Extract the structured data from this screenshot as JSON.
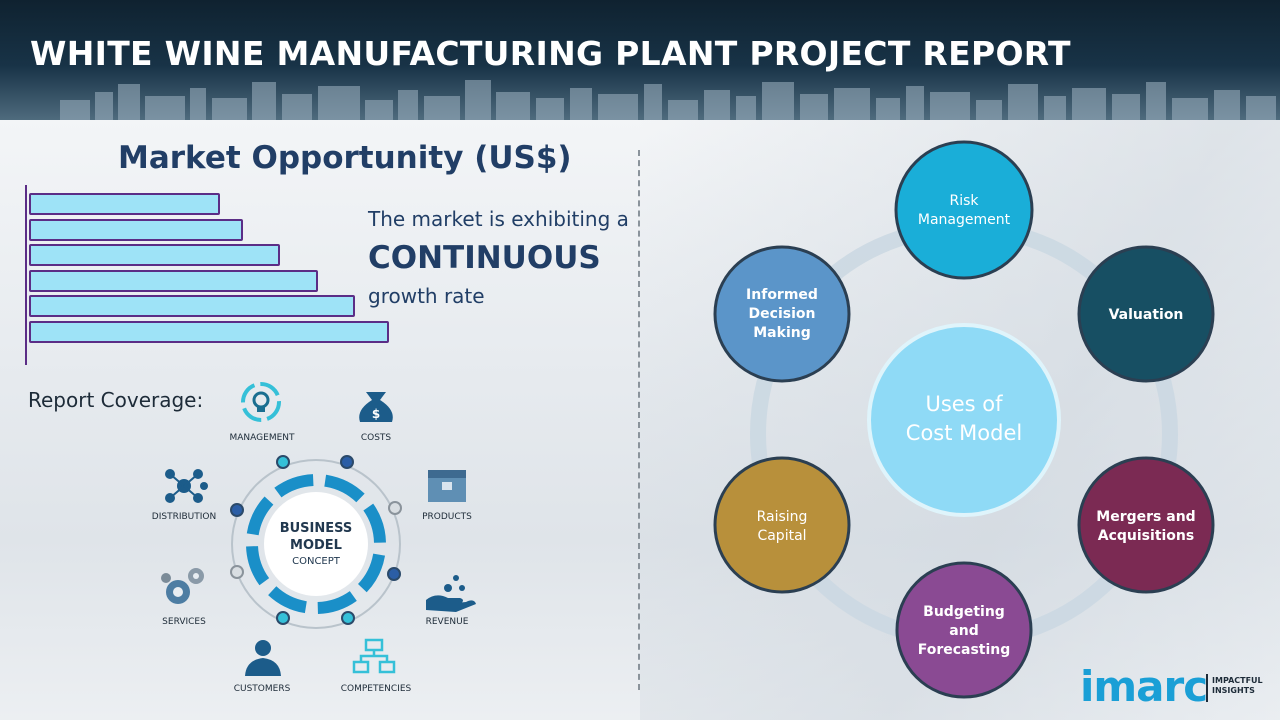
{
  "header": {
    "title": "WHITE WINE MANUFACTURING PLANT PROJECT REPORT"
  },
  "market": {
    "title": "Market Opportunity (US$)",
    "line1": "The market is exhibiting a",
    "highlight": "CONTINUOUS",
    "line3": "growth rate",
    "bar_values": [
      1,
      1.12,
      1.31,
      1.51,
      1.7,
      1.88
    ]
  },
  "coverage": {
    "title": "Report Coverage:",
    "center": {
      "line1": "BUSINESS",
      "line2": "MODEL",
      "line3": "CONCEPT"
    },
    "items": {
      "management": "MANAGEMENT",
      "costs": "COSTS",
      "distribution": "DISTRIBUTION",
      "products": "PRODUCTS",
      "services": "SERVICES",
      "revenue": "REVENUE",
      "customers": "CUSTOMERS",
      "competencies": "COMPETENCIES"
    }
  },
  "uses": {
    "center": {
      "line1": "Uses of",
      "line2": "Cost Model"
    },
    "risk": {
      "line1": "Risk",
      "line2": "Management"
    },
    "valuation": {
      "line1": "Valuation"
    },
    "mergers": {
      "line1": "Mergers and",
      "line2": "Acquisitions"
    },
    "budgeting": {
      "line1": "Budgeting",
      "line2": "and",
      "line3": "Forecasting"
    },
    "raising": {
      "line1": "Raising",
      "line2": "Capital"
    },
    "informed": {
      "line1": "Informed",
      "line2": "Decision",
      "line3": "Making"
    }
  },
  "logo": {
    "text": "imarc",
    "tag1": "IMPACTFUL",
    "tag2": "INSIGHTS"
  },
  "colors": {
    "title_navy": "#213e66",
    "bar_fill": "#9ee3f7",
    "bar_border": "#5b2d86",
    "risk": "#1aaed8",
    "valuation": "#174f63",
    "mergers": "#7b2a53",
    "budgeting": "#8a4a93",
    "raising": "#b8903b",
    "informed": "#5b95c9",
    "center": "#8fdaf6"
  }
}
